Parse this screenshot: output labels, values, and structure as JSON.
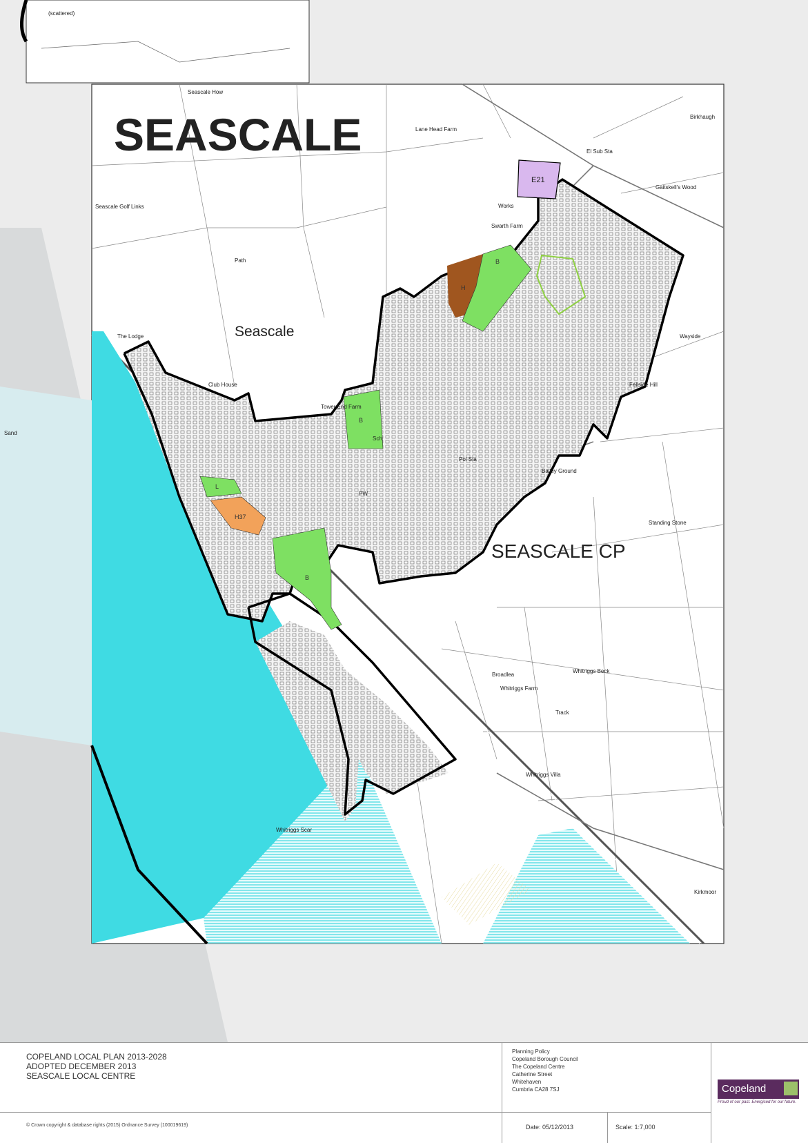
{
  "map": {
    "title": "SEASCALE",
    "labels": {
      "seascale": "Seascale",
      "seascale_cp": "SEASCALE CP",
      "seascale_golf_links": "Seascale Golf Links",
      "seascale_how": "Seascale How",
      "lane_head_farm": "Lane Head Farm",
      "el_sub_sta": "El Sub Sta",
      "gaitskells_wood": "Gaitskell's Wood",
      "birkhaugh": "Birkhaugh",
      "works": "Works",
      "swarth_farm": "Swarth Farm",
      "the_lodge": "The Lodge",
      "club_house": "Club House",
      "tower_end_farm": "Tower End Farm",
      "pol_sta": "Pol Sta",
      "bailey_ground": "Bailey Ground",
      "standing_stone": "Standing Stone",
      "fellside_hill": "Fellside Hill",
      "wayside": "Wayside",
      "broadlea": "Broadlea",
      "whitriggs_farm": "Whitriggs Farm",
      "whitriggs_villa": "Whitriggs Villa",
      "whitriggs_beck": "Whitriggs Beck",
      "whitriggs_scar": "Whitriggs Scar",
      "kirkmoor": "Kirkmoor",
      "track": "Track",
      "path": "Path",
      "pw": "PW",
      "school": "Sch",
      "sand": "Sand",
      "scattered": "(scattered)"
    },
    "zones": {
      "e21": "E21",
      "h37": "H37",
      "h_brown": "H",
      "b": "B",
      "l": "L"
    },
    "colors": {
      "sea_cyan": "#3fdbe3",
      "greenspace": "#7ee062",
      "housing_orange": "#f2a25a",
      "housing_brown": "#a0561f",
      "employment_lilac": "#d9b8ee",
      "settlement_boundary": "#000000",
      "green_outline": "#8fd143",
      "beach_grey": "#e6e7e7"
    }
  },
  "title_block": {
    "plan_lines": [
      "COPELAND LOCAL PLAN 2013-2028",
      "ADOPTED DECEMBER 2013",
      "SEASCALE LOCAL CENTRE"
    ],
    "address_lines": [
      "Planning Policy",
      "Copeland Borough Council",
      "The Copeland Centre",
      "Catherine Street",
      "Whitehaven",
      "Cumbria CA28 7SJ"
    ],
    "copyright": "© Crown copyright & database rights (2015) Ordnance Survey (100019619)",
    "date": "Date: 05/12/2013",
    "scale": "Scale: 1:7,000",
    "logo_text": "Copeland",
    "logo_tagline": "Proud of our past. Energised for our future."
  }
}
